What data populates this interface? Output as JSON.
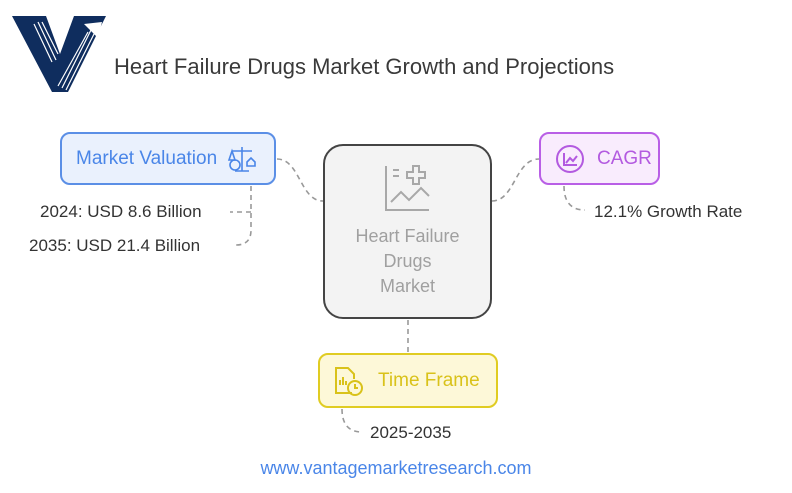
{
  "title": "Heart Failure Drugs Market Growth and Projections",
  "center": {
    "line1": "Heart Failure",
    "line2": "Drugs",
    "line3": "Market"
  },
  "market_valuation": {
    "label": "Market Valuation",
    "items": [
      "2024: USD 8.6 Billion",
      "2035: USD 21.4 Billion"
    ]
  },
  "cagr": {
    "label": "CAGR",
    "value": "12.1% Growth Rate"
  },
  "time_frame": {
    "label": "Time Frame",
    "value": "2025-2035"
  },
  "footer": {
    "url": "www.vantagemarketresearch.com"
  },
  "colors": {
    "blue": "#4a86e8",
    "purple": "#b35ae0",
    "yellow": "#d9c21a",
    "logo": "#0f2d5e"
  }
}
